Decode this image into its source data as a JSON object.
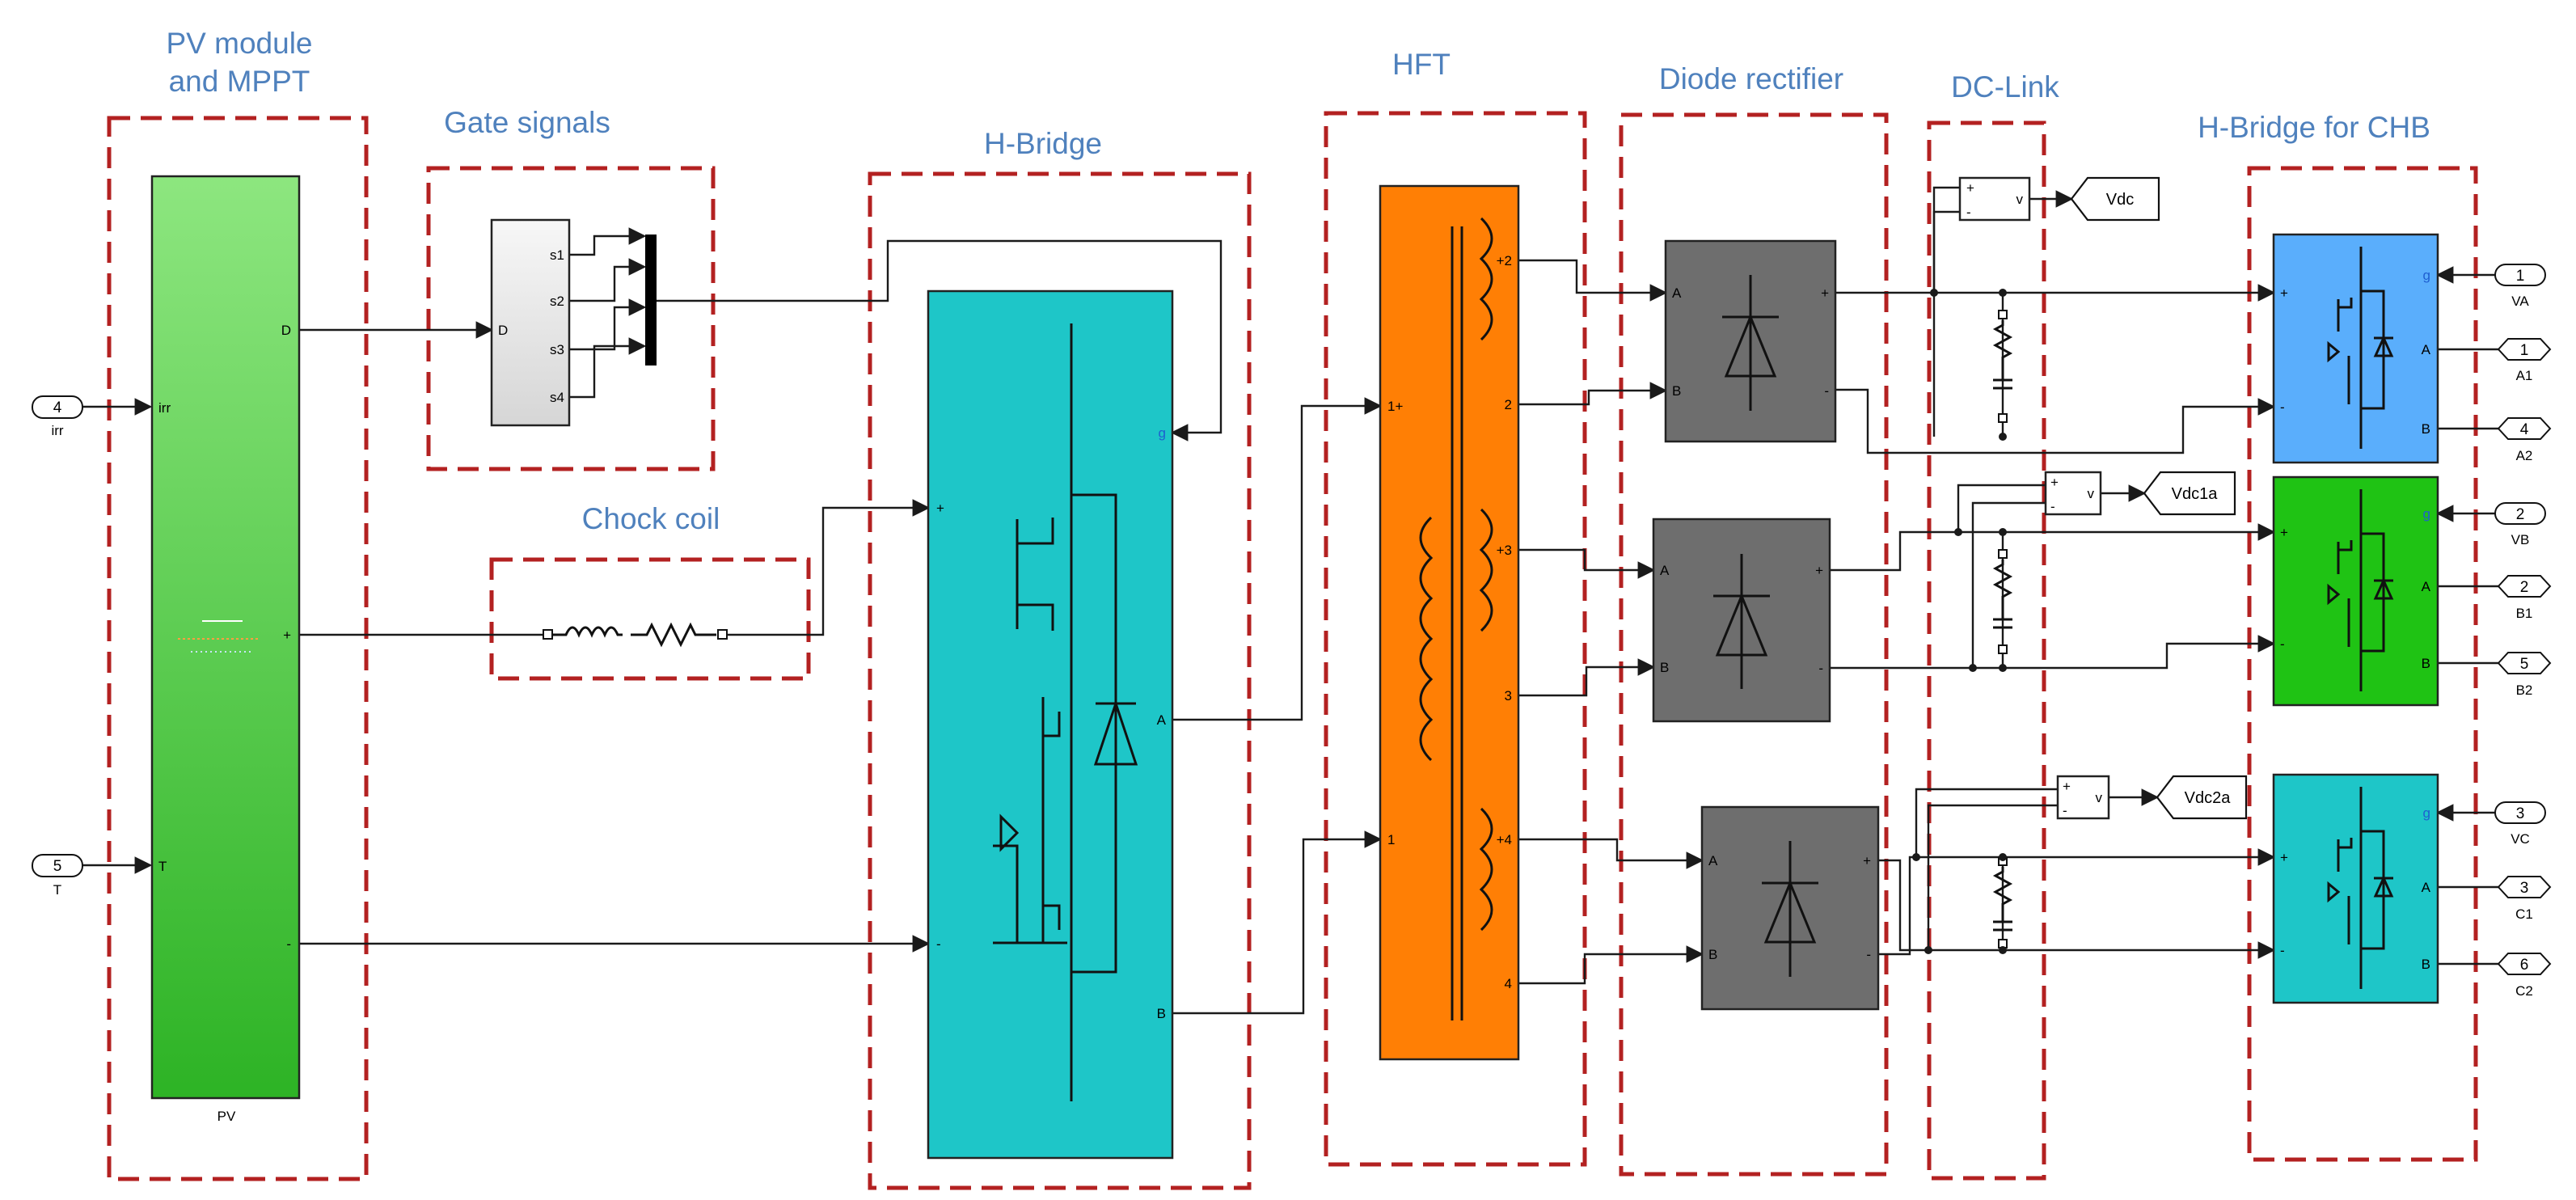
{
  "sections": {
    "pv": {
      "title_line1": "PV module",
      "title_line2": "and MPPT"
    },
    "gate": {
      "title": "Gate signals"
    },
    "hbridge": {
      "title": "H-Bridge"
    },
    "chock": {
      "title": "Chock coil"
    },
    "hft": {
      "title": "HFT"
    },
    "rectifier": {
      "title": "Diode rectifier"
    },
    "dclink": {
      "title": "DC-Link"
    },
    "chb": {
      "title": "H-Bridge for CHB"
    }
  },
  "pv_block": {
    "name": "PV",
    "port_irr": "irr",
    "port_T": "T",
    "port_D": "D",
    "port_plus": "+",
    "port_minus": "-",
    "color_top": "#8de67f",
    "color_bottom": "#2db325"
  },
  "inports": [
    {
      "num": "4",
      "label": "irr"
    },
    {
      "num": "5",
      "label": "T"
    }
  ],
  "gate_block": {
    "in": "D",
    "outs": [
      "s1",
      "s2",
      "s3",
      "s4"
    ]
  },
  "hbridge_block": {
    "ports": {
      "plus": "+",
      "minus": "-",
      "g": "g",
      "A": "A",
      "B": "B"
    },
    "color": "#1ec6c8"
  },
  "hft_block": {
    "ports": [
      "1+",
      "1",
      "+2",
      "2",
      "+3",
      "3",
      "+4",
      "4"
    ],
    "color": "#ff7f05"
  },
  "rectifiers": [
    {
      "in_A": "A",
      "in_B": "B",
      "out_plus": "+",
      "out_minus": "-"
    },
    {
      "in_A": "A",
      "in_B": "B",
      "out_plus": "+",
      "out_minus": "-"
    },
    {
      "in_A": "A",
      "in_B": "B",
      "out_plus": "+",
      "out_minus": "-"
    }
  ],
  "voltmeters": [
    {
      "sign_plus": "+",
      "sign_minus": "-",
      "v": "v",
      "tag": "Vdc"
    },
    {
      "sign_plus": "+",
      "sign_minus": "-",
      "v": "v",
      "tag": "Vdc1a"
    },
    {
      "sign_plus": "+",
      "sign_minus": "-",
      "v": "v",
      "tag": "Vdc2a"
    }
  ],
  "chb_blocks": [
    {
      "color": "#5aaefc",
      "ports": {
        "g": "g",
        "plus": "+",
        "minus": "-",
        "A": "A",
        "B": "B"
      },
      "in_num": "1",
      "in_label": "VA",
      "outs": [
        {
          "num": "1",
          "label": "A1"
        },
        {
          "num": "4",
          "label": "A2"
        }
      ]
    },
    {
      "color": "#1fc314",
      "ports": {
        "g": "g",
        "plus": "+",
        "minus": "-",
        "A": "A",
        "B": "B"
      },
      "in_num": "2",
      "in_label": "VB",
      "outs": [
        {
          "num": "2",
          "label": "B1"
        },
        {
          "num": "5",
          "label": "B2"
        }
      ]
    },
    {
      "color": "#1ec6c8",
      "ports": {
        "g": "g",
        "plus": "+",
        "minus": "-",
        "A": "A",
        "B": "B"
      },
      "in_num": "3",
      "in_label": "VC",
      "outs": [
        {
          "num": "3",
          "label": "C1"
        },
        {
          "num": "6",
          "label": "C2"
        }
      ]
    }
  ],
  "colors": {
    "dashed_border": "#b32121",
    "section_title": "#4f81bd",
    "rectifier_fill": "#6e6e6e",
    "gate_fill": "#e4e4e4"
  }
}
